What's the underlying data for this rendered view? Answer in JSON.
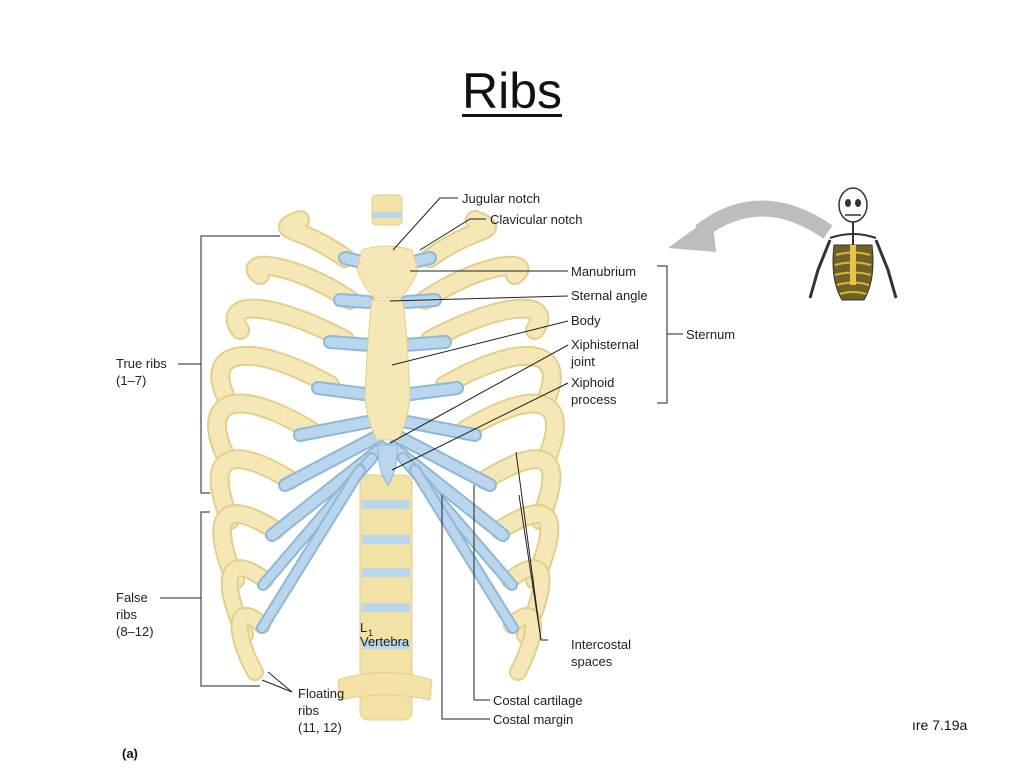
{
  "slide": {
    "title": "Ribs",
    "figure_ref": "ıre 7.19a",
    "panel_letter": "(a)"
  },
  "labels": {
    "jugular_notch": "Jugular notch",
    "clavicular_notch": "Clavicular notch",
    "manubrium": "Manubrium",
    "sternal_angle": "Sternal angle",
    "body": "Body",
    "xiphisternal_1": "Xiphisternal",
    "xiphisternal_2": "joint",
    "xiphoid_1": "Xiphoid",
    "xiphoid_2": "process",
    "sternum": "Sternum",
    "true_ribs_1": "True ribs",
    "true_ribs_2": "(1–7)",
    "false_ribs_1": "False",
    "false_ribs_2": "ribs",
    "false_ribs_3": "(8–12)",
    "vertebra_l": "L",
    "vertebra_sub": "1",
    "vertebra": "Vertebra",
    "intercostal_1": "Intercostal",
    "intercostal_2": "spaces",
    "floating_1": "Floating",
    "floating_2": "ribs",
    "floating_3": "(11, 12)",
    "costal_cartilage": "Costal cartilage",
    "costal_margin": "Costal margin"
  },
  "colors": {
    "bone": "#f6e8b6",
    "bone_outline": "#e3cf8a",
    "cartilage": "#b9d6ec",
    "arrow": "#bdbdbd",
    "skeleton_highlight": "#d9b53a"
  },
  "icons": {
    "arrow": "curved-arrow-icon",
    "skeleton": "skeleton-thumbnail-icon"
  }
}
